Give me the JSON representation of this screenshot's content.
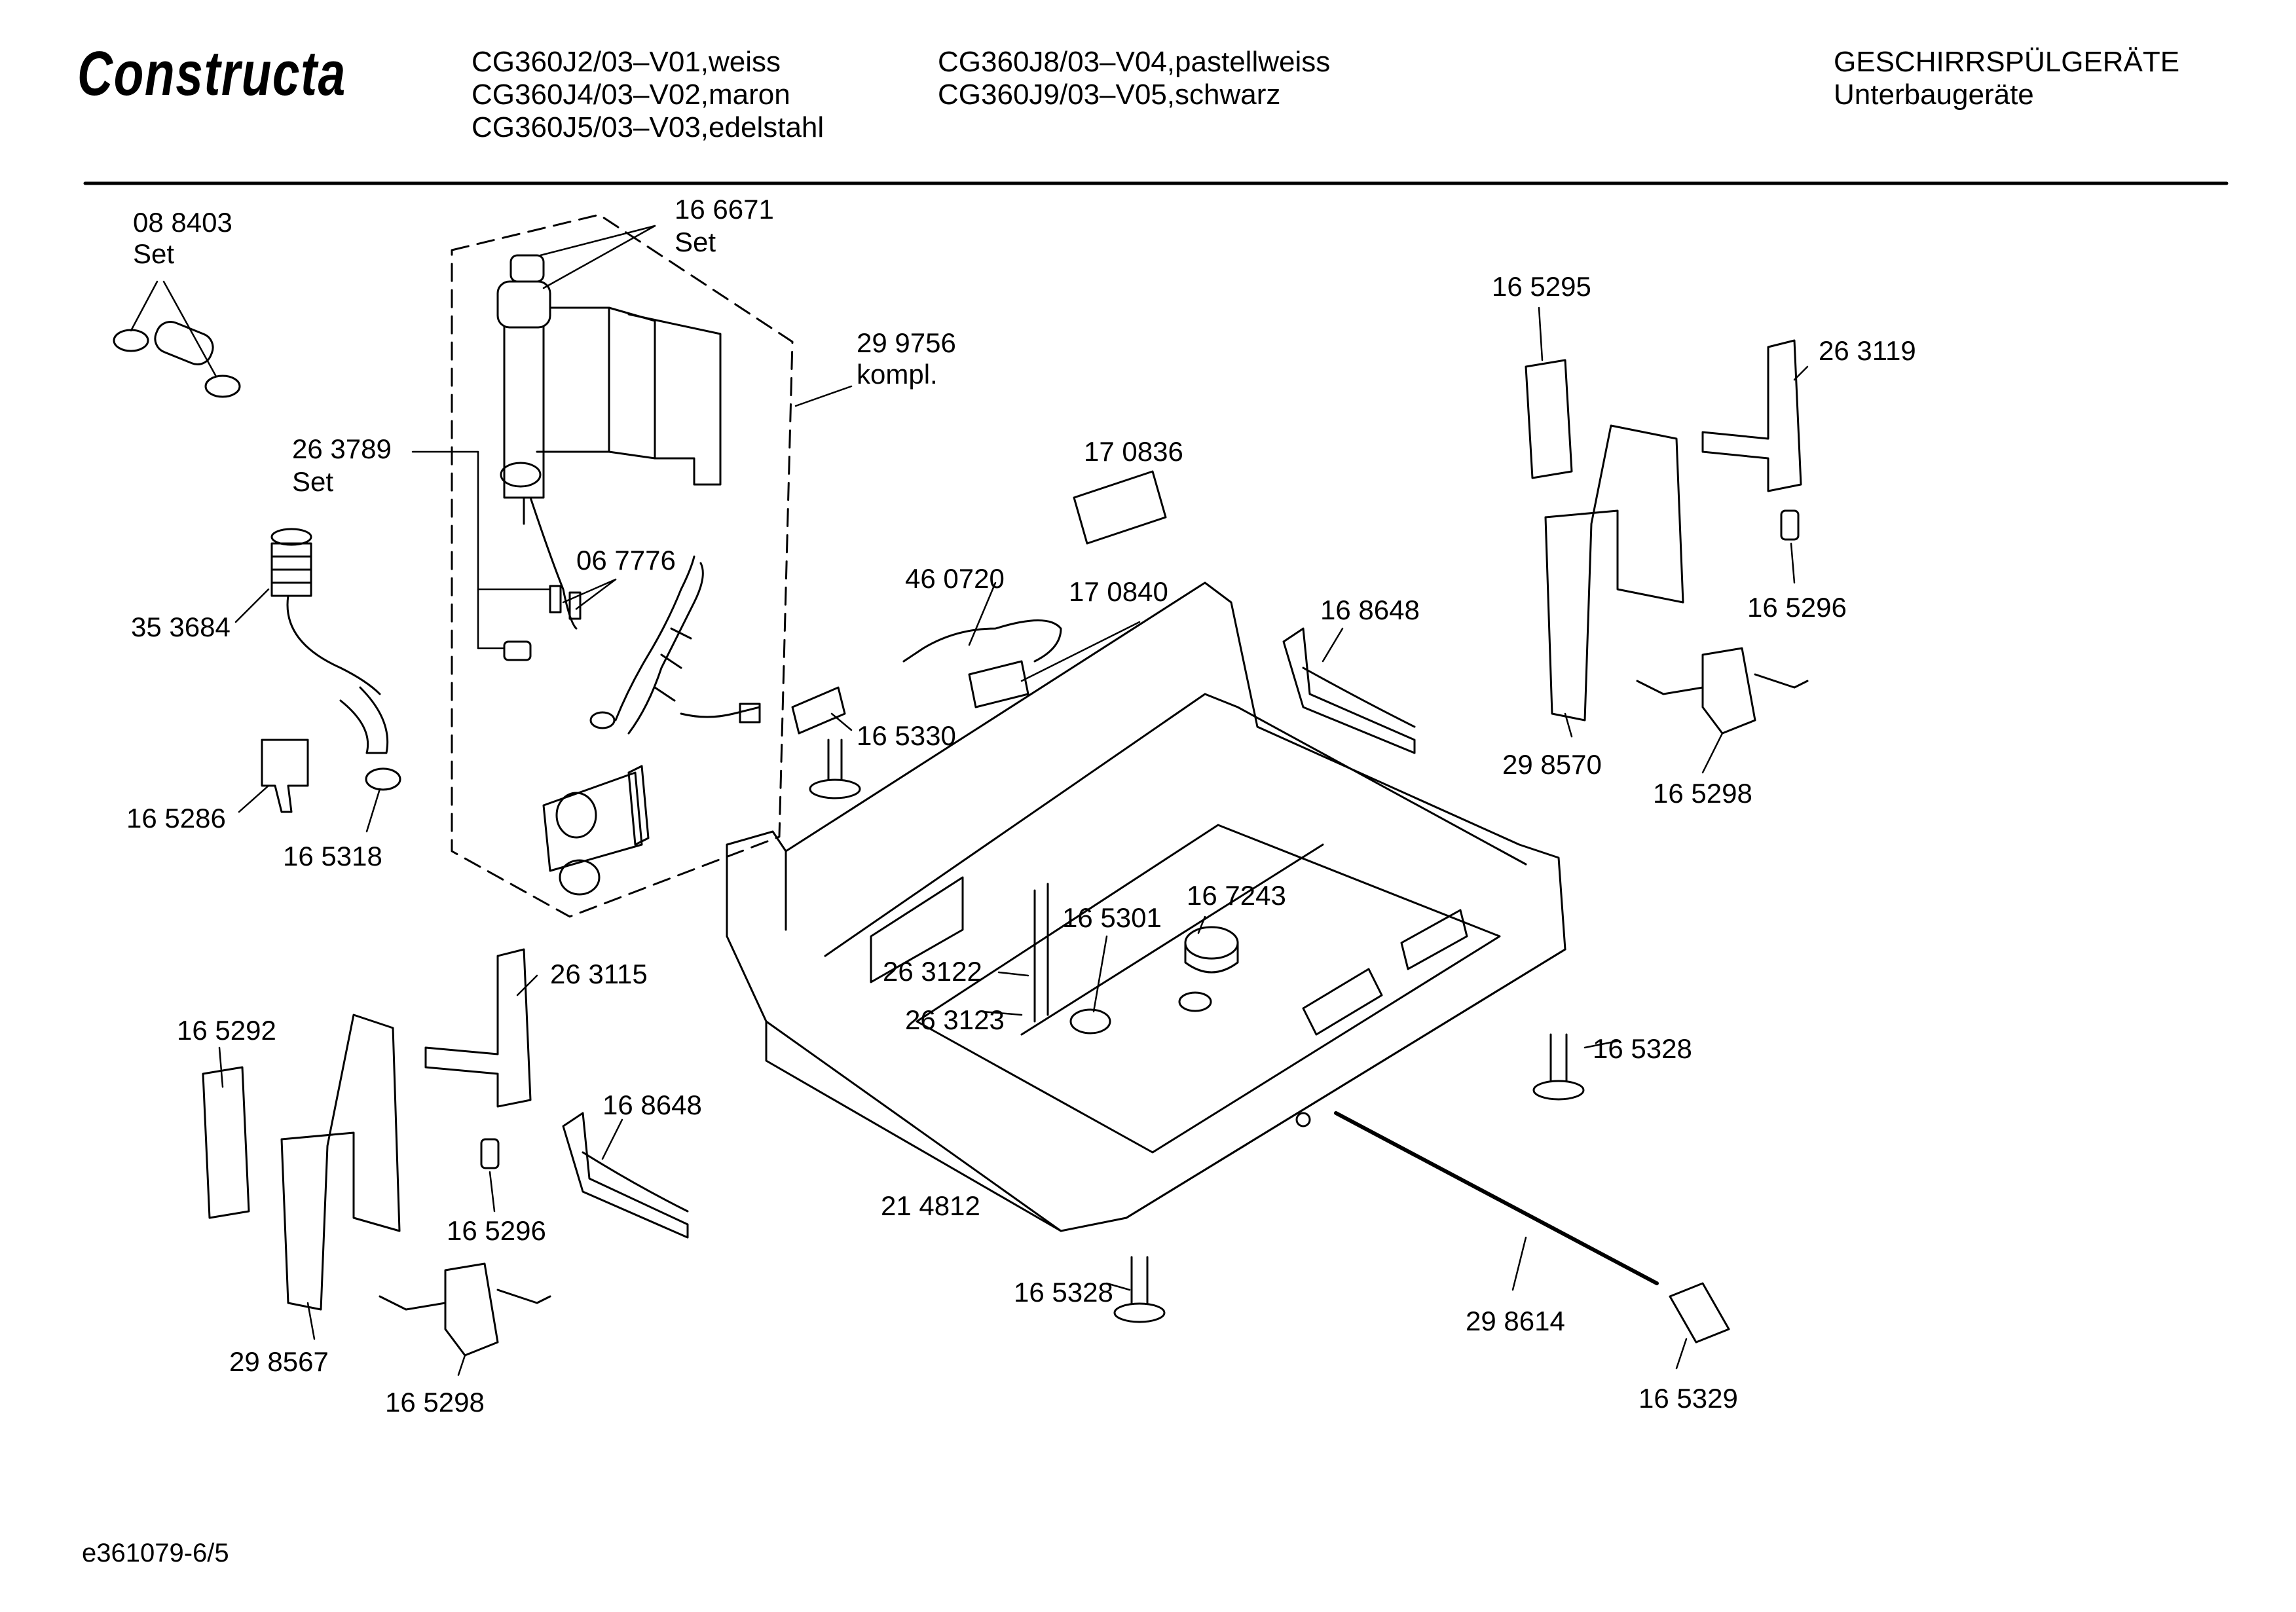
{
  "header": {
    "brand": "Constructa",
    "models_col1": [
      "CG360J2/03–V01,weiss",
      "CG360J4/03–V02,maron",
      "CG360J5/03–V03,edelstahl"
    ],
    "models_col2": [
      "CG360J8/03–V04,pastellweiss",
      "CG360J9/03–V05,schwarz"
    ],
    "category": "GESCHIRRSPÜLGERÄTE",
    "subcategory": "Unterbaugeräte"
  },
  "parts": {
    "p088403": "08 8403",
    "p088403_note": "Set",
    "p166671": "16 6671",
    "p166671_note": "Set",
    "p299756": "29 9756",
    "p299756_note": "kompl.",
    "p263789": "26 3789",
    "p263789_note": "Set",
    "p067776": "06 7776",
    "p353684": "35 3684",
    "p165286": "16 5286",
    "p165318": "16 5318",
    "p170836": "17 0836",
    "p460720": "46 0720",
    "p170840": "17 0840",
    "p165330": "16 5330",
    "p168648_right": "16 8648",
    "p165295": "16 5295",
    "p263119": "26 3119",
    "p165296_right": "16 5296",
    "p298570": "29 8570",
    "p165298_right": "16 5298",
    "p167243": "16 7243",
    "p165301": "16 5301",
    "p263122": "26 3122",
    "p263123": "26 3123",
    "p263115": "26 3115",
    "p165292": "16 5292",
    "p168648_left": "16 8648",
    "p165296_left": "16 5296",
    "p298567": "29 8567",
    "p165298_left": "16 5298",
    "p214812": "21 4812",
    "p165328_right": "16 5328",
    "p165328_bottom": "16 5328",
    "p298614": "29 8614",
    "p165329": "16 5329"
  },
  "footer": {
    "drawing_id": "e361079-6/5"
  }
}
